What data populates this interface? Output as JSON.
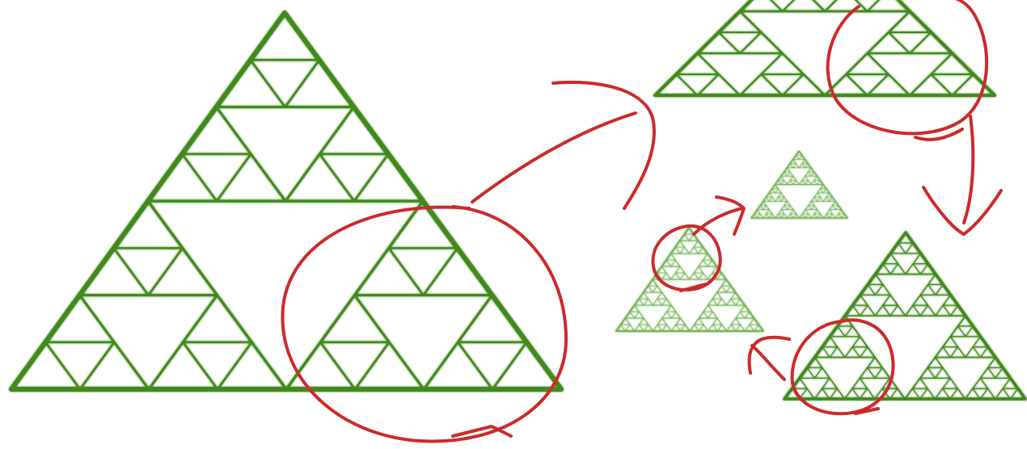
{
  "diagram": {
    "subject": "sierpinski-triangle-self-similarity",
    "colors": {
      "background": "#ffffff",
      "triangle_stroke": "#3f8a1f",
      "triangle_stroke_light": "#76b45a",
      "annotation": "#cc2a2a"
    },
    "fractals": [
      {
        "id": "large-sierpinski",
        "depth": 3
      },
      {
        "id": "top-right-sierpinski",
        "depth": 3
      },
      {
        "id": "bottom-right-sierpinski",
        "depth": 4
      },
      {
        "id": "middle-left-sierpinski",
        "depth": 4
      },
      {
        "id": "small-center-sierpinski",
        "depth": 4
      }
    ],
    "annotations": [
      {
        "id": "circle-large-subtriangle",
        "kind": "circle"
      },
      {
        "id": "arrow-to-top-right",
        "kind": "arrow"
      },
      {
        "id": "circle-top-right-subtriangle",
        "kind": "circle"
      },
      {
        "id": "arrow-to-bottom-right",
        "kind": "arrow"
      },
      {
        "id": "circle-bottom-right-subtriangle",
        "kind": "circle"
      },
      {
        "id": "arrow-to-middle-left",
        "kind": "arrow"
      },
      {
        "id": "circle-middle-left-subtriangle",
        "kind": "circle"
      },
      {
        "id": "arrow-to-small-center",
        "kind": "arrow"
      }
    ]
  }
}
